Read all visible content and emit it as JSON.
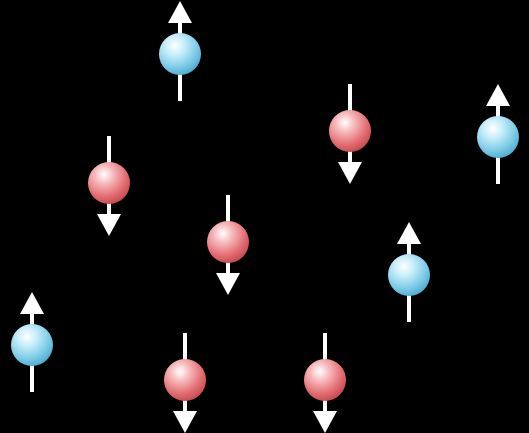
{
  "background_color": "#000000",
  "legend_colors": {
    "spin_up": "#8fd6ee",
    "spin_down": "#ec7c80"
  },
  "particles": [
    {
      "id": 1,
      "spin": "up"
    },
    {
      "id": 2,
      "spin": "down"
    },
    {
      "id": 3,
      "spin": "up"
    },
    {
      "id": 4,
      "spin": "down"
    },
    {
      "id": 5,
      "spin": "down"
    },
    {
      "id": 6,
      "spin": "up"
    },
    {
      "id": 7,
      "spin": "up"
    },
    {
      "id": 8,
      "spin": "down"
    },
    {
      "id": 9,
      "spin": "down"
    }
  ]
}
